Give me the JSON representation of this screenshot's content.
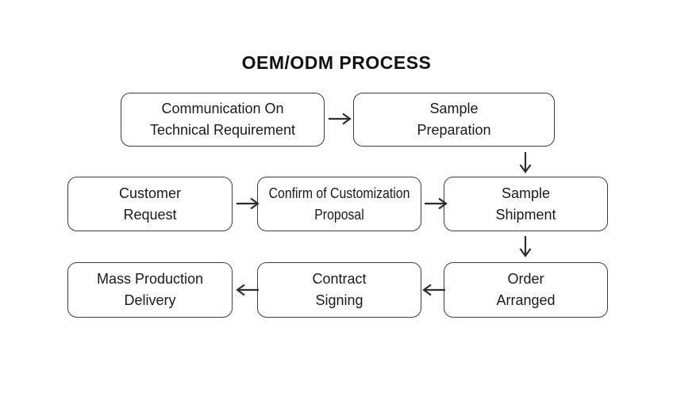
{
  "title": "OEM/ODM PROCESS",
  "diagram": {
    "type": "flowchart",
    "nodes": {
      "communication": {
        "line1": "Communication On",
        "line2": "Technical Requirement"
      },
      "sample_preparation": {
        "line1": "Sample",
        "line2": "Preparation"
      },
      "customer_request": {
        "line1": "Customer",
        "line2": "Request"
      },
      "confirm_proposal": {
        "line1": "Confirm of Customization",
        "line2": "Proposal"
      },
      "sample_shipment": {
        "line1": "Sample",
        "line2": "Shipment"
      },
      "mass_production": {
        "line1": "Mass Production",
        "line2": "Delivery"
      },
      "contract_signing": {
        "line1": "Contract",
        "line2": "Signing"
      },
      "order_arranged": {
        "line1": "Order",
        "line2": "Arranged"
      }
    },
    "edges": [
      {
        "from": "communication",
        "to": "sample_preparation",
        "direction": "right"
      },
      {
        "from": "sample_preparation",
        "to": "sample_shipment",
        "direction": "down"
      },
      {
        "from": "customer_request",
        "to": "confirm_proposal",
        "direction": "right"
      },
      {
        "from": "confirm_proposal",
        "to": "sample_shipment",
        "direction": "right"
      },
      {
        "from": "sample_shipment",
        "to": "order_arranged",
        "direction": "down"
      },
      {
        "from": "order_arranged",
        "to": "contract_signing",
        "direction": "left"
      },
      {
        "from": "contract_signing",
        "to": "mass_production",
        "direction": "left"
      }
    ],
    "colors": {
      "background": "#ffffff",
      "box_border": "#3d3d3d",
      "text": "#1a1a1a",
      "arrow": "#2e2e2e"
    }
  }
}
